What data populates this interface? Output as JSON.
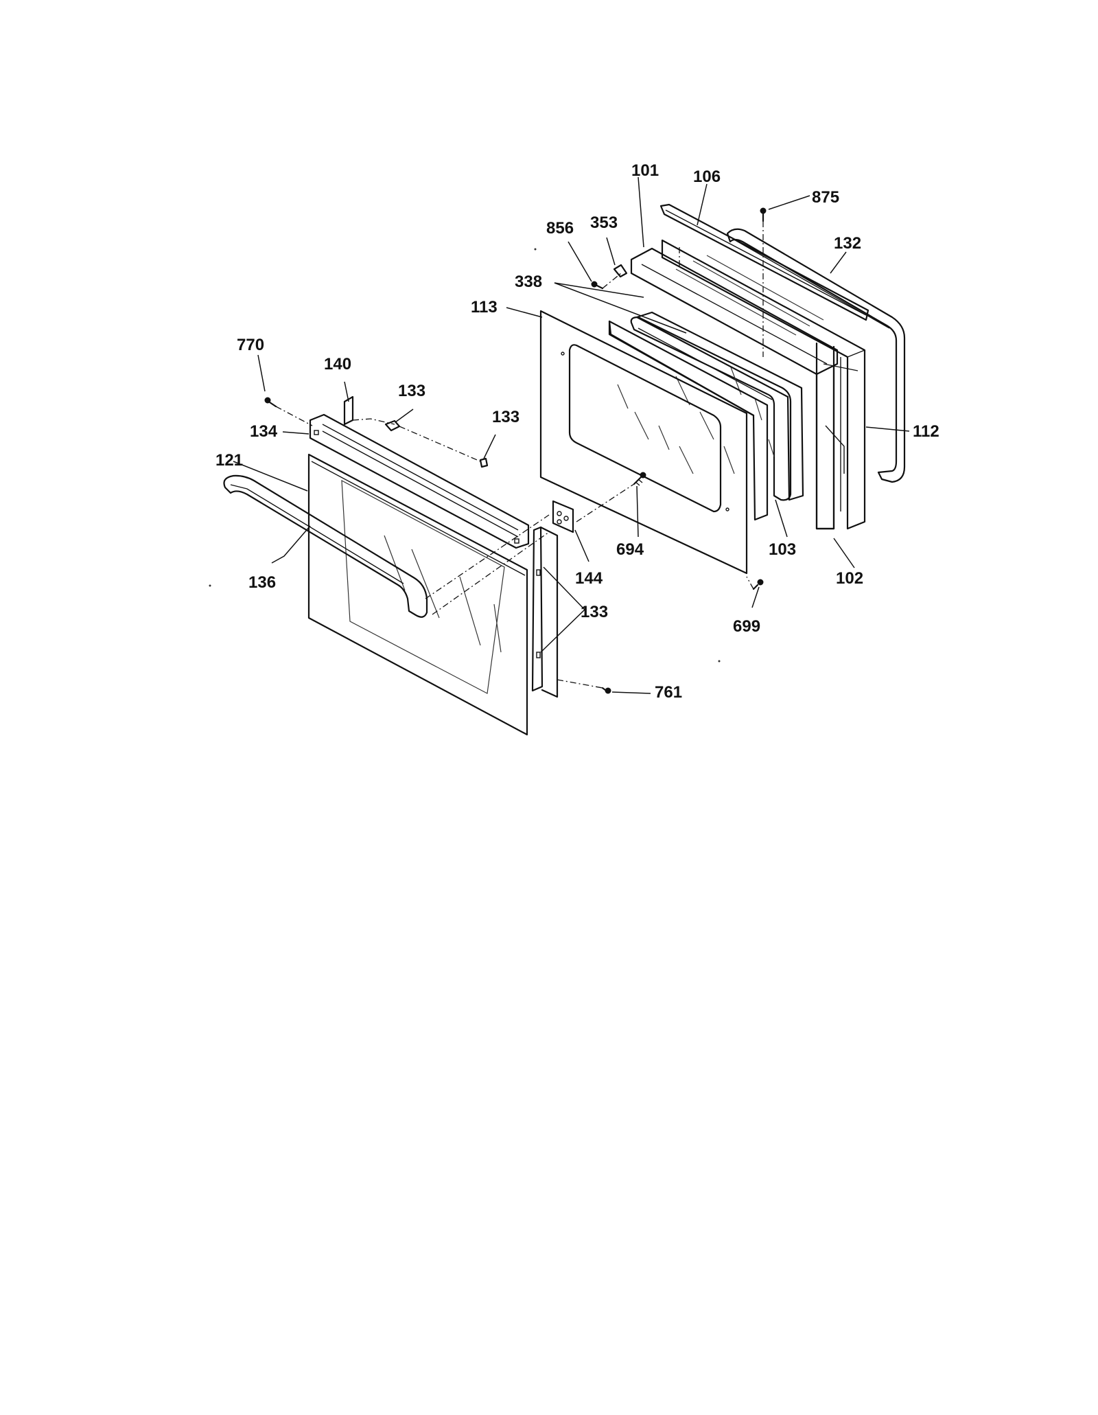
{
  "labels": {
    "l101": "101",
    "l106": "106",
    "l875": "875",
    "l856": "856",
    "l353": "353",
    "l132": "132",
    "l338": "338",
    "l113": "113",
    "l770": "770",
    "l140": "140",
    "l133a": "133",
    "l133b": "133",
    "l134": "134",
    "l121": "121",
    "l112": "112",
    "l694": "694",
    "l103": "103",
    "l136": "136",
    "l144": "144",
    "l102": "102",
    "l133c": "133",
    "l699": "699",
    "l761": "761"
  }
}
